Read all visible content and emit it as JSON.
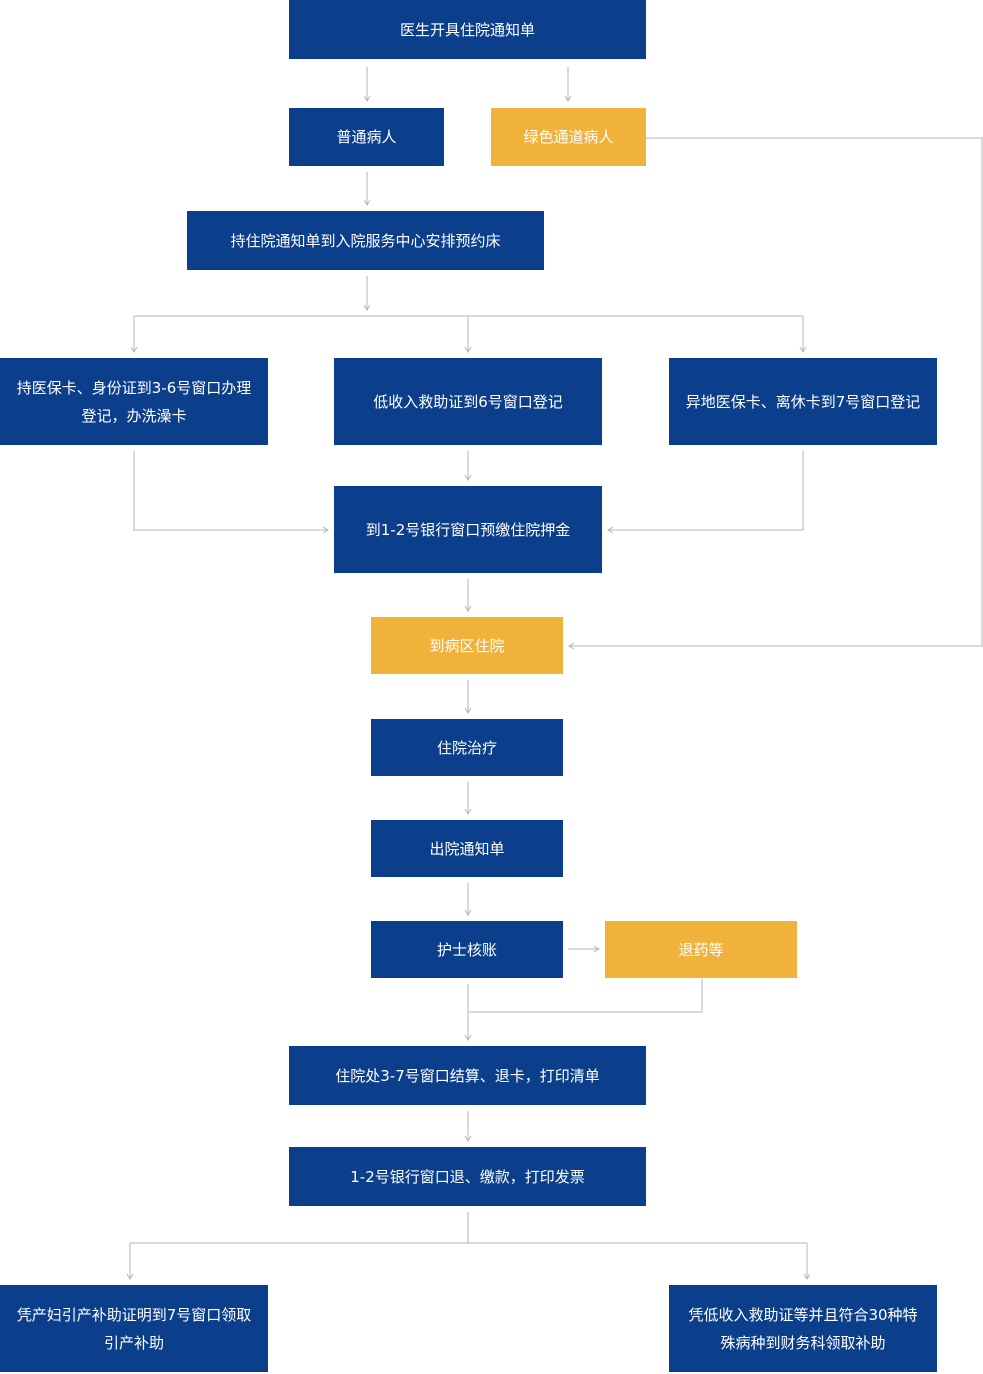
{
  "colors": {
    "primary_box": "#0b3f8c",
    "accent_box": "#f0b23a",
    "connector": "#b5b5b5",
    "text": "#ffffff"
  },
  "steps": {
    "doctor_notice": "医生开具住院通知单",
    "regular_patient": "普通病人",
    "green_channel": "绿色通道病人",
    "book_bed": "持住院通知单到入院服务中心安排预约床",
    "insurance_card": "持医保卡、身份证到3-6号窗口办理登记，办洗澡卡",
    "low_income": "低收入救助证到6号窗口登记",
    "remote_insurance": "异地医保卡、离休卡到7号窗口登记",
    "deposit": "到1-2号银行窗口预缴住院押金",
    "ward": "到病区住院",
    "treatment": "住院治疗",
    "discharge_notice": "出院通知单",
    "nurse_check": "护士核账",
    "return_meds": "退药等",
    "settlement": "住院处3-7号窗口结算、退卡，打印清单",
    "refund": "1-2号银行窗口退、缴款，打印发票",
    "maternity_subsidy": "凭产妇引产补助证明到7号窗口领取引产补助",
    "special_subsidy": "凭低收入救助证等并且符合30种特殊病种到财务科领取补助"
  }
}
